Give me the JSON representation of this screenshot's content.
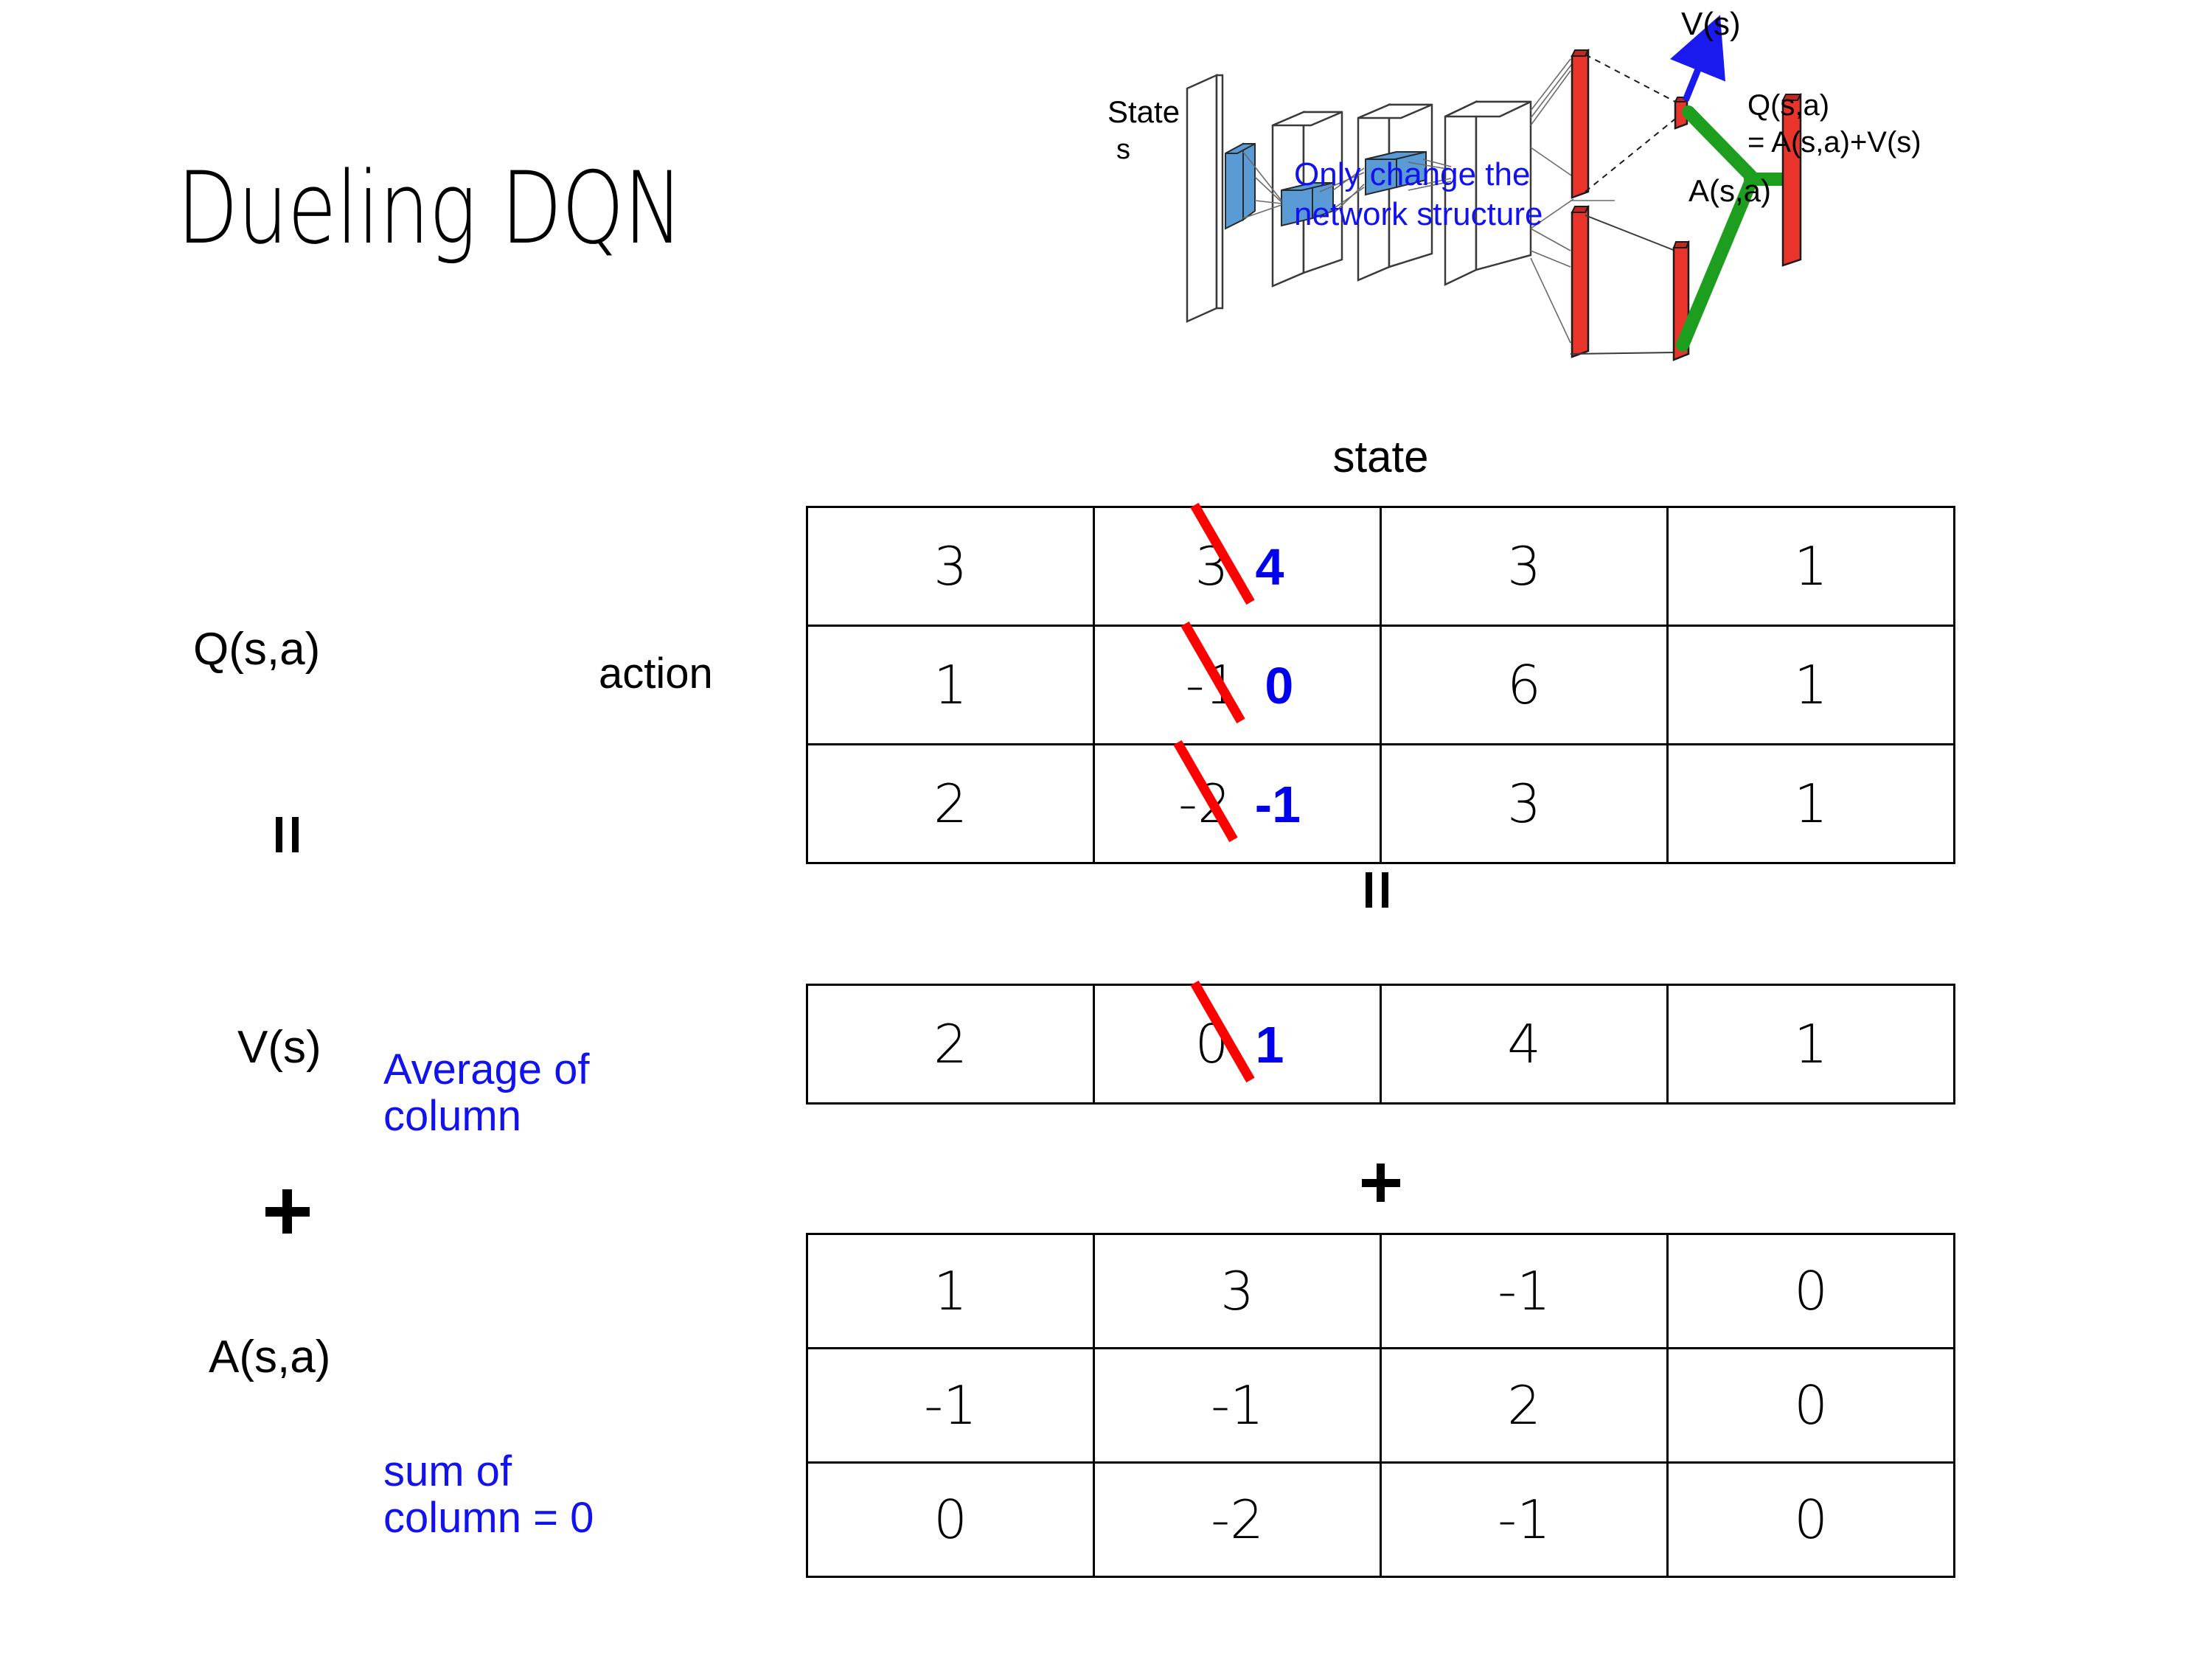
{
  "title": "Dueling DQN",
  "diagram": {
    "state_label": "State",
    "state_sub": "s",
    "v_label": "V(s)",
    "a_label": "A(s,a)",
    "q_label_line1": "Q(s,a)",
    "q_label_line2": "= A(s,a)+V(s)",
    "note_line1": "Only change the",
    "note_line2": "network structure",
    "colors": {
      "note": "#1212EE",
      "output_bar": "#E8342A",
      "merge": "#1E9E1E",
      "arrow": "#1A1AEE",
      "conv_fill": "#5B9BD5"
    }
  },
  "labels": {
    "q": "Q(s,a)",
    "v": "V(s)",
    "a": "A(s,a)",
    "action": "action",
    "state": "state",
    "equals": "=",
    "plus": "+",
    "note_average_line1": "Average of",
    "note_average_line2": "column",
    "note_sum_line1": "sum of",
    "note_sum_line2": "column = 0",
    "note_color": "#1212EE"
  },
  "chart_data": {
    "type": "table",
    "title": "Dueling DQN: Q(s,a) = V(s) + A(s,a)",
    "axis_labels": {
      "columns": "state",
      "rows": "action"
    },
    "edit_color_old": "#FF0000",
    "edit_color_new": "#0000EE",
    "tables": [
      {
        "name": "Q(s,a)",
        "rows": 3,
        "cols": 4,
        "values": [
          [
            "3",
            "3",
            "3",
            "1"
          ],
          [
            "1",
            "-1",
            "6",
            "1"
          ],
          [
            "2",
            "-2",
            "3",
            "1"
          ]
        ],
        "edits": [
          {
            "row": 0,
            "col": 1,
            "old": "3",
            "new": "4"
          },
          {
            "row": 1,
            "col": 1,
            "old": "-1",
            "new": "0"
          },
          {
            "row": 2,
            "col": 1,
            "old": "-2",
            "new": "-1"
          }
        ]
      },
      {
        "name": "V(s)",
        "rows": 1,
        "cols": 4,
        "values": [
          [
            "2",
            "0",
            "4",
            "1"
          ]
        ],
        "edits": [
          {
            "row": 0,
            "col": 1,
            "old": "0",
            "new": "1"
          }
        ]
      },
      {
        "name": "A(s,a)",
        "rows": 3,
        "cols": 4,
        "values": [
          [
            "1",
            "3",
            "-1",
            "0"
          ],
          [
            "-1",
            "-1",
            "2",
            "0"
          ],
          [
            "0",
            "-2",
            "-1",
            "0"
          ]
        ],
        "edits": []
      }
    ]
  }
}
